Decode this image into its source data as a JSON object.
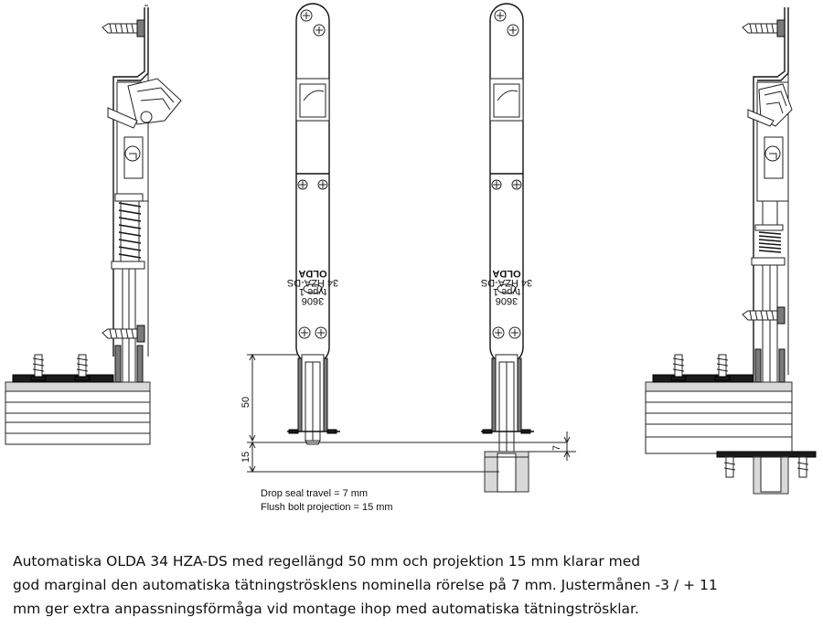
{
  "dimensions": {
    "regulating_length": "50",
    "projection": "15",
    "seal_travel": "7"
  },
  "device_labels": {
    "line1": "OLDA",
    "line2": "34 HZA-DS",
    "line3": "type 1",
    "line4": "3606"
  },
  "notes": {
    "drop_seal": "Drop seal travel = 7 mm",
    "flush_bolt": "Flush bolt projection = 15 mm"
  },
  "caption": {
    "line1": "Automatiska OLDA 34 HZA-DS med regellängd 50 mm och projektion 15 mm klarar med",
    "line2": "god marginal den automatiska tätningströsklens nominella rörelse på 7 mm. Justermånen -3 / + 11",
    "line3": "mm ger extra anpassningsförmåga vid montage ihop med automatiska tätningströsklar."
  },
  "colors": {
    "line": "#222222",
    "fill_grey": "#d9d9d9",
    "background": "#ffffff"
  }
}
